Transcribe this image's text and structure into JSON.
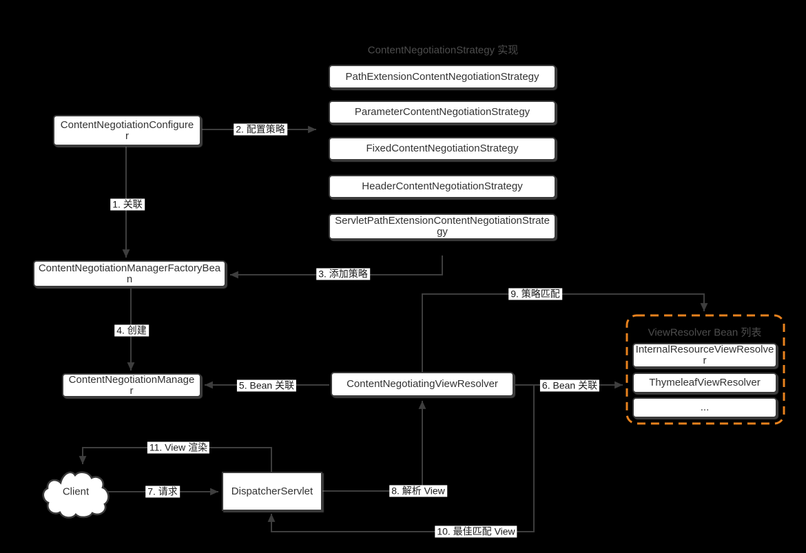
{
  "titles": {
    "strategy_group": "ContentNegotiationStrategy 实现",
    "resolver_group": "ViewResolver Bean 列表"
  },
  "nodes": {
    "configurer": "ContentNegotiationConfigurer",
    "factory_bean": "ContentNegotiationManagerFactoryBean",
    "manager": "ContentNegotiationManager",
    "negotiating_view_resolver": "ContentNegotiatingViewResolver",
    "dispatcher_servlet": "DispatcherServlet",
    "client": "Client"
  },
  "strategies": [
    "PathExtensionContentNegotiationStrategy",
    "ParameterContentNegotiationStrategy",
    "FixedContentNegotiationStrategy",
    "HeaderContentNegotiationStrategy",
    "ServletPathExtensionContentNegotiationStrategy"
  ],
  "resolvers": [
    "InternalResourceViewResolver",
    "ThymeleafViewResolver",
    "..."
  ],
  "edges": {
    "e1": "1. 关联",
    "e2": "2. 配置策略",
    "e3": "3. 添加策略",
    "e4": "4. 创建",
    "e5": "5. Bean 关联",
    "e6": "6. Bean 关联",
    "e7": "7. 请求",
    "e8": "8. 解析 View",
    "e9": "9. 策略匹配",
    "e10": "10. 最佳匹配 View",
    "e11": "11. View 渲染"
  },
  "colors": {
    "background": "#000000",
    "node_background": "#FFFFFF",
    "node_border": "#3A3A3A",
    "connector": "#3E3E3E",
    "group_title_gray": "#4D4D4D",
    "accent_dashed_orange": "#E8821E"
  }
}
